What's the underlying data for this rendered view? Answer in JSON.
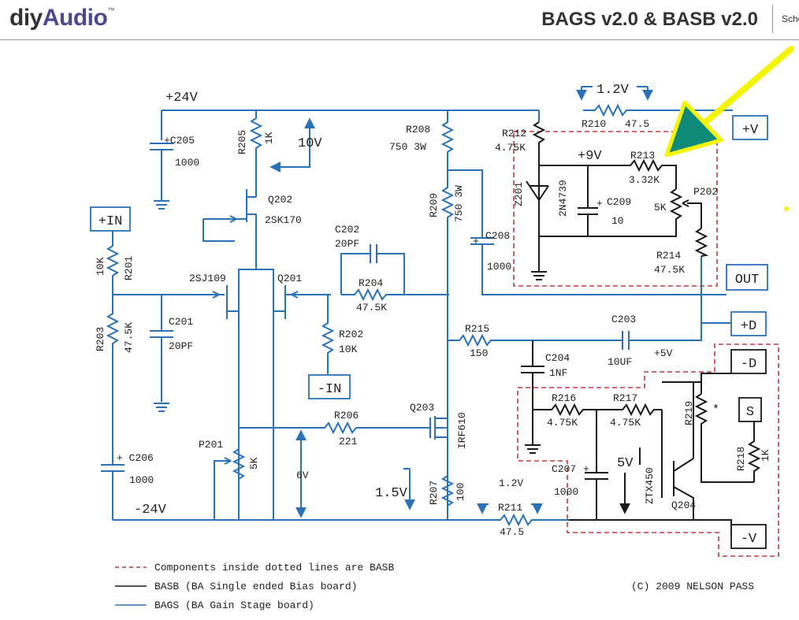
{
  "header": {
    "logo_part1": "diy",
    "logo_part2": "Audio",
    "logo_tm": "™",
    "title": "BAGS v2.0 & BASB v2.0",
    "tab_fragment": "Sche"
  },
  "rails": {
    "pos24": "+24V",
    "neg24": "-24V",
    "pos9": "+9V",
    "pos5": "+5V"
  },
  "terminals": {
    "plus_in": "+IN",
    "minus_in": "-IN",
    "plus_v": "+V",
    "out": "OUT",
    "plus_d": "+D",
    "minus_d": "-D",
    "s": "S",
    "minus_v": "-V"
  },
  "voltages": {
    "v10": "10V",
    "v12_top": "1.2V",
    "v6": "6V",
    "v15": "1.5V",
    "v12_bot": "1.2V",
    "v5": "5V"
  },
  "components": {
    "c205": {
      "ref": "+C205",
      "val": "1000"
    },
    "r205": {
      "ref": "R205",
      "val": "1K"
    },
    "q202": {
      "ref": "Q202",
      "val": "2SK170"
    },
    "r208": {
      "ref": "R208",
      "val": "750 3W"
    },
    "r209": {
      "ref": "R209",
      "val": "750 3W"
    },
    "r212": {
      "ref": "R212",
      "val": "4.75K"
    },
    "r210": {
      "ref": "R210",
      "val": "47.5"
    },
    "z201": {
      "ref": "Z201",
      "val": "2N4739"
    },
    "c209": {
      "ref": "C209",
      "val": "10"
    },
    "r213": {
      "ref": "R213",
      "val": "3.32K"
    },
    "p202": {
      "ref": "P202",
      "val": "5K"
    },
    "r214": {
      "ref": "R214",
      "val": "47.5K"
    },
    "r201": {
      "ref": "R201",
      "val": "10K"
    },
    "c202": {
      "ref": "C202",
      "val": "20PF"
    },
    "c208": {
      "ref": "C208",
      "val": "1000"
    },
    "q201": {
      "ref": "Q201",
      "val": "2SJ109"
    },
    "r204": {
      "ref": "R204",
      "val": "47.5K"
    },
    "r203": {
      "ref": "R203",
      "val": "47.5K"
    },
    "c201": {
      "ref": "C201",
      "val": "20PF"
    },
    "r202": {
      "ref": "R202",
      "val": "10K"
    },
    "r215": {
      "ref": "R215",
      "val": "150"
    },
    "c203": {
      "ref": "C203",
      "val": "10UF"
    },
    "c204": {
      "ref": "C204",
      "val": "1NF"
    },
    "r206": {
      "ref": "R206",
      "val": "221"
    },
    "q203": {
      "ref": "Q203",
      "val": "IRF610"
    },
    "r216": {
      "ref": "R216",
      "val": "4.75K"
    },
    "r217": {
      "ref": "R217",
      "val": "4.75K"
    },
    "r219": {
      "ref": "R219",
      "val": "*"
    },
    "r218": {
      "ref": "R218",
      "val": "1K"
    },
    "p201": {
      "ref": "P201",
      "val": "5K"
    },
    "c206": {
      "ref": "+ C206",
      "val": "1000"
    },
    "r207": {
      "ref": "R207",
      "val": "100"
    },
    "r211": {
      "ref": "R211",
      "val": "47.5"
    },
    "c207": {
      "ref": "C207",
      "val": "1000"
    },
    "q204": {
      "ref": "Q204",
      "val": "ZTX450"
    }
  },
  "legend": [
    "Components inside dotted lines are BASB",
    "BASB (BA Single ended Bias board)",
    "BAGS (BA Gain Stage board)"
  ],
  "copyright": "(C) 2009 NELSON PASS",
  "colors": {
    "bags_wire": "#2a72b8",
    "basb_wire": "#1a1a1a",
    "basb_outline": "#c0393b",
    "annotation_arrow": "#f5f500",
    "annotation_marker": "#0e8a7a"
  }
}
